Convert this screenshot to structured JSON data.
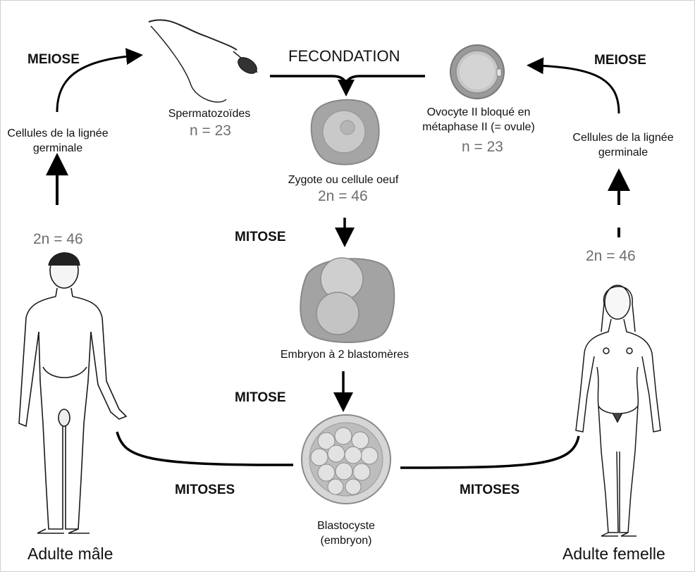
{
  "labels": {
    "meiose_left": "MEIOSE",
    "meiose_right": "MEIOSE",
    "fecondation": "FECONDATION",
    "mitose_1": "MITOSE",
    "mitose_2": "MITOSE",
    "mitoses_left": "MITOSES",
    "mitoses_right": "MITOSES"
  },
  "cells": {
    "germinal_left": [
      "Cellules de la lignée",
      "germinale"
    ],
    "germinal_right": [
      "Cellules de la lignée",
      "germinale"
    ],
    "spermatozoides": "Spermatozoïdes",
    "ovocyte": [
      "Ovocyte II bloqué en",
      "métaphase II (= ovule)"
    ],
    "zygote": "Zygote ou cellule oeuf",
    "embryon2": "Embryon à 2 blastomères",
    "blastocyste": [
      "Blastocyste",
      "(embryon)"
    ]
  },
  "chromosomes": {
    "sperm_n": "n = 23",
    "ovocyte_n": "n = 23",
    "zygote_2n": "2n = 46",
    "male_2n": "2n = 46",
    "female_2n": "2n = 46"
  },
  "adults": {
    "male": "Adulte mâle",
    "female": "Adulte femelle"
  }
}
